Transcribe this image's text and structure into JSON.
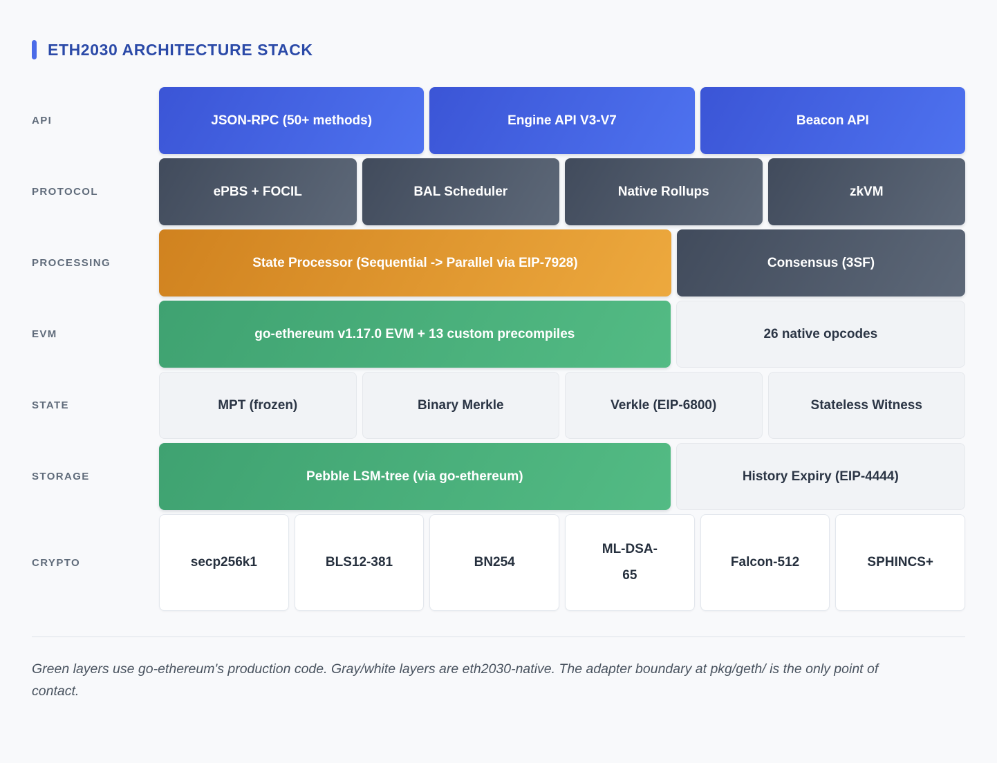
{
  "title": "ETH2030 ARCHITECTURE STACK",
  "palette": {
    "accent_blue": "#4b6be8",
    "title_blue": "#2b4aa8",
    "block_blue_start": "#3b55d6",
    "block_blue_end": "#4e72ef",
    "block_slate_start": "#414b5c",
    "block_slate_end": "#5d6878",
    "block_orange_start": "#d0821f",
    "block_orange_end": "#eda93e",
    "block_green_start": "#3fa271",
    "block_green_end": "#53bb84",
    "block_light_bg": "#f1f3f6",
    "block_white_bg": "#ffffff",
    "page_bg": "#f8f9fb"
  },
  "rows": [
    {
      "label": "API",
      "blocks": [
        {
          "text": "JSON-RPC (50+ methods)",
          "color": "blue"
        },
        {
          "text": "Engine API V3-V7",
          "color": "blue"
        },
        {
          "text": "Beacon API",
          "color": "blue"
        }
      ]
    },
    {
      "label": "PROTOCOL",
      "blocks": [
        {
          "text": "ePBS + FOCIL",
          "color": "slate"
        },
        {
          "text": "BAL Scheduler",
          "color": "slate"
        },
        {
          "text": "Native Rollups",
          "color": "slate"
        },
        {
          "text": "zkVM",
          "color": "slate"
        }
      ]
    },
    {
      "label": "PROCESSING",
      "blocks": [
        {
          "text": "State Processor (Sequential -> Parallel via EIP-7928)",
          "color": "orange"
        },
        {
          "text": "Consensus (3SF)",
          "color": "slate"
        }
      ]
    },
    {
      "label": "EVM",
      "blocks": [
        {
          "text": "go-ethereum v1.17.0 EVM + 13 custom precompiles",
          "color": "green"
        },
        {
          "text": "26 native opcodes",
          "color": "light"
        }
      ]
    },
    {
      "label": "STATE",
      "blocks": [
        {
          "text": "MPT (frozen)",
          "color": "light"
        },
        {
          "text": "Binary Merkle",
          "color": "light"
        },
        {
          "text": "Verkle (EIP-6800)",
          "color": "light"
        },
        {
          "text": "Stateless Witness",
          "color": "light"
        }
      ]
    },
    {
      "label": "STORAGE",
      "blocks": [
        {
          "text": "Pebble LSM-tree (via go-ethereum)",
          "color": "green"
        },
        {
          "text": "History Expiry (EIP-4444)",
          "color": "light"
        }
      ]
    },
    {
      "label": "CRYPTO",
      "blocks": [
        {
          "text": "secp256k1",
          "color": "white"
        },
        {
          "text": "BLS12-381",
          "color": "white"
        },
        {
          "text": "BN254",
          "color": "white"
        },
        {
          "text": "ML-DSA-\n65",
          "color": "white"
        },
        {
          "text": "Falcon-512",
          "color": "white"
        },
        {
          "text": "SPHINCS+",
          "color": "white"
        }
      ]
    }
  ],
  "footnote": "Green layers use go-ethereum's production code. Gray/white layers are eth2030-native. The adapter boundary at pkg/geth/ is the only point of contact."
}
